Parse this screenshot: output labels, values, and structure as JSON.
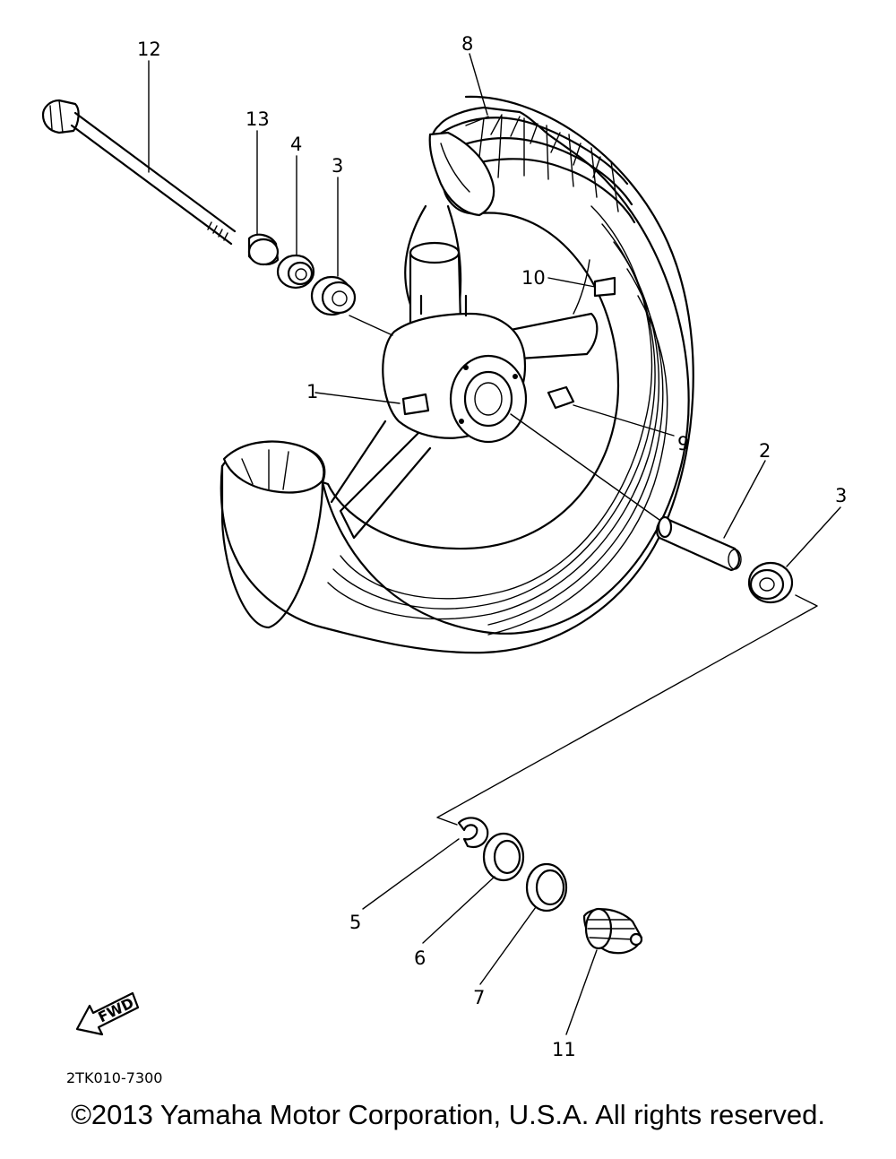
{
  "diagram": {
    "part_numbers": {
      "p1": "1",
      "p2": "2",
      "p3a": "3",
      "p3b": "3",
      "p4": "4",
      "p5": "5",
      "p6": "6",
      "p7": "7",
      "p8": "8",
      "p9": "9",
      "p10": "10",
      "p11": "11",
      "p12": "12",
      "p13": "13"
    },
    "fwd_label": "FWD",
    "diagram_code": "2TK010-7300"
  },
  "footer": {
    "copyright": "©2013 Yamaha Motor Corporation, U.S.A. All rights reserved."
  }
}
